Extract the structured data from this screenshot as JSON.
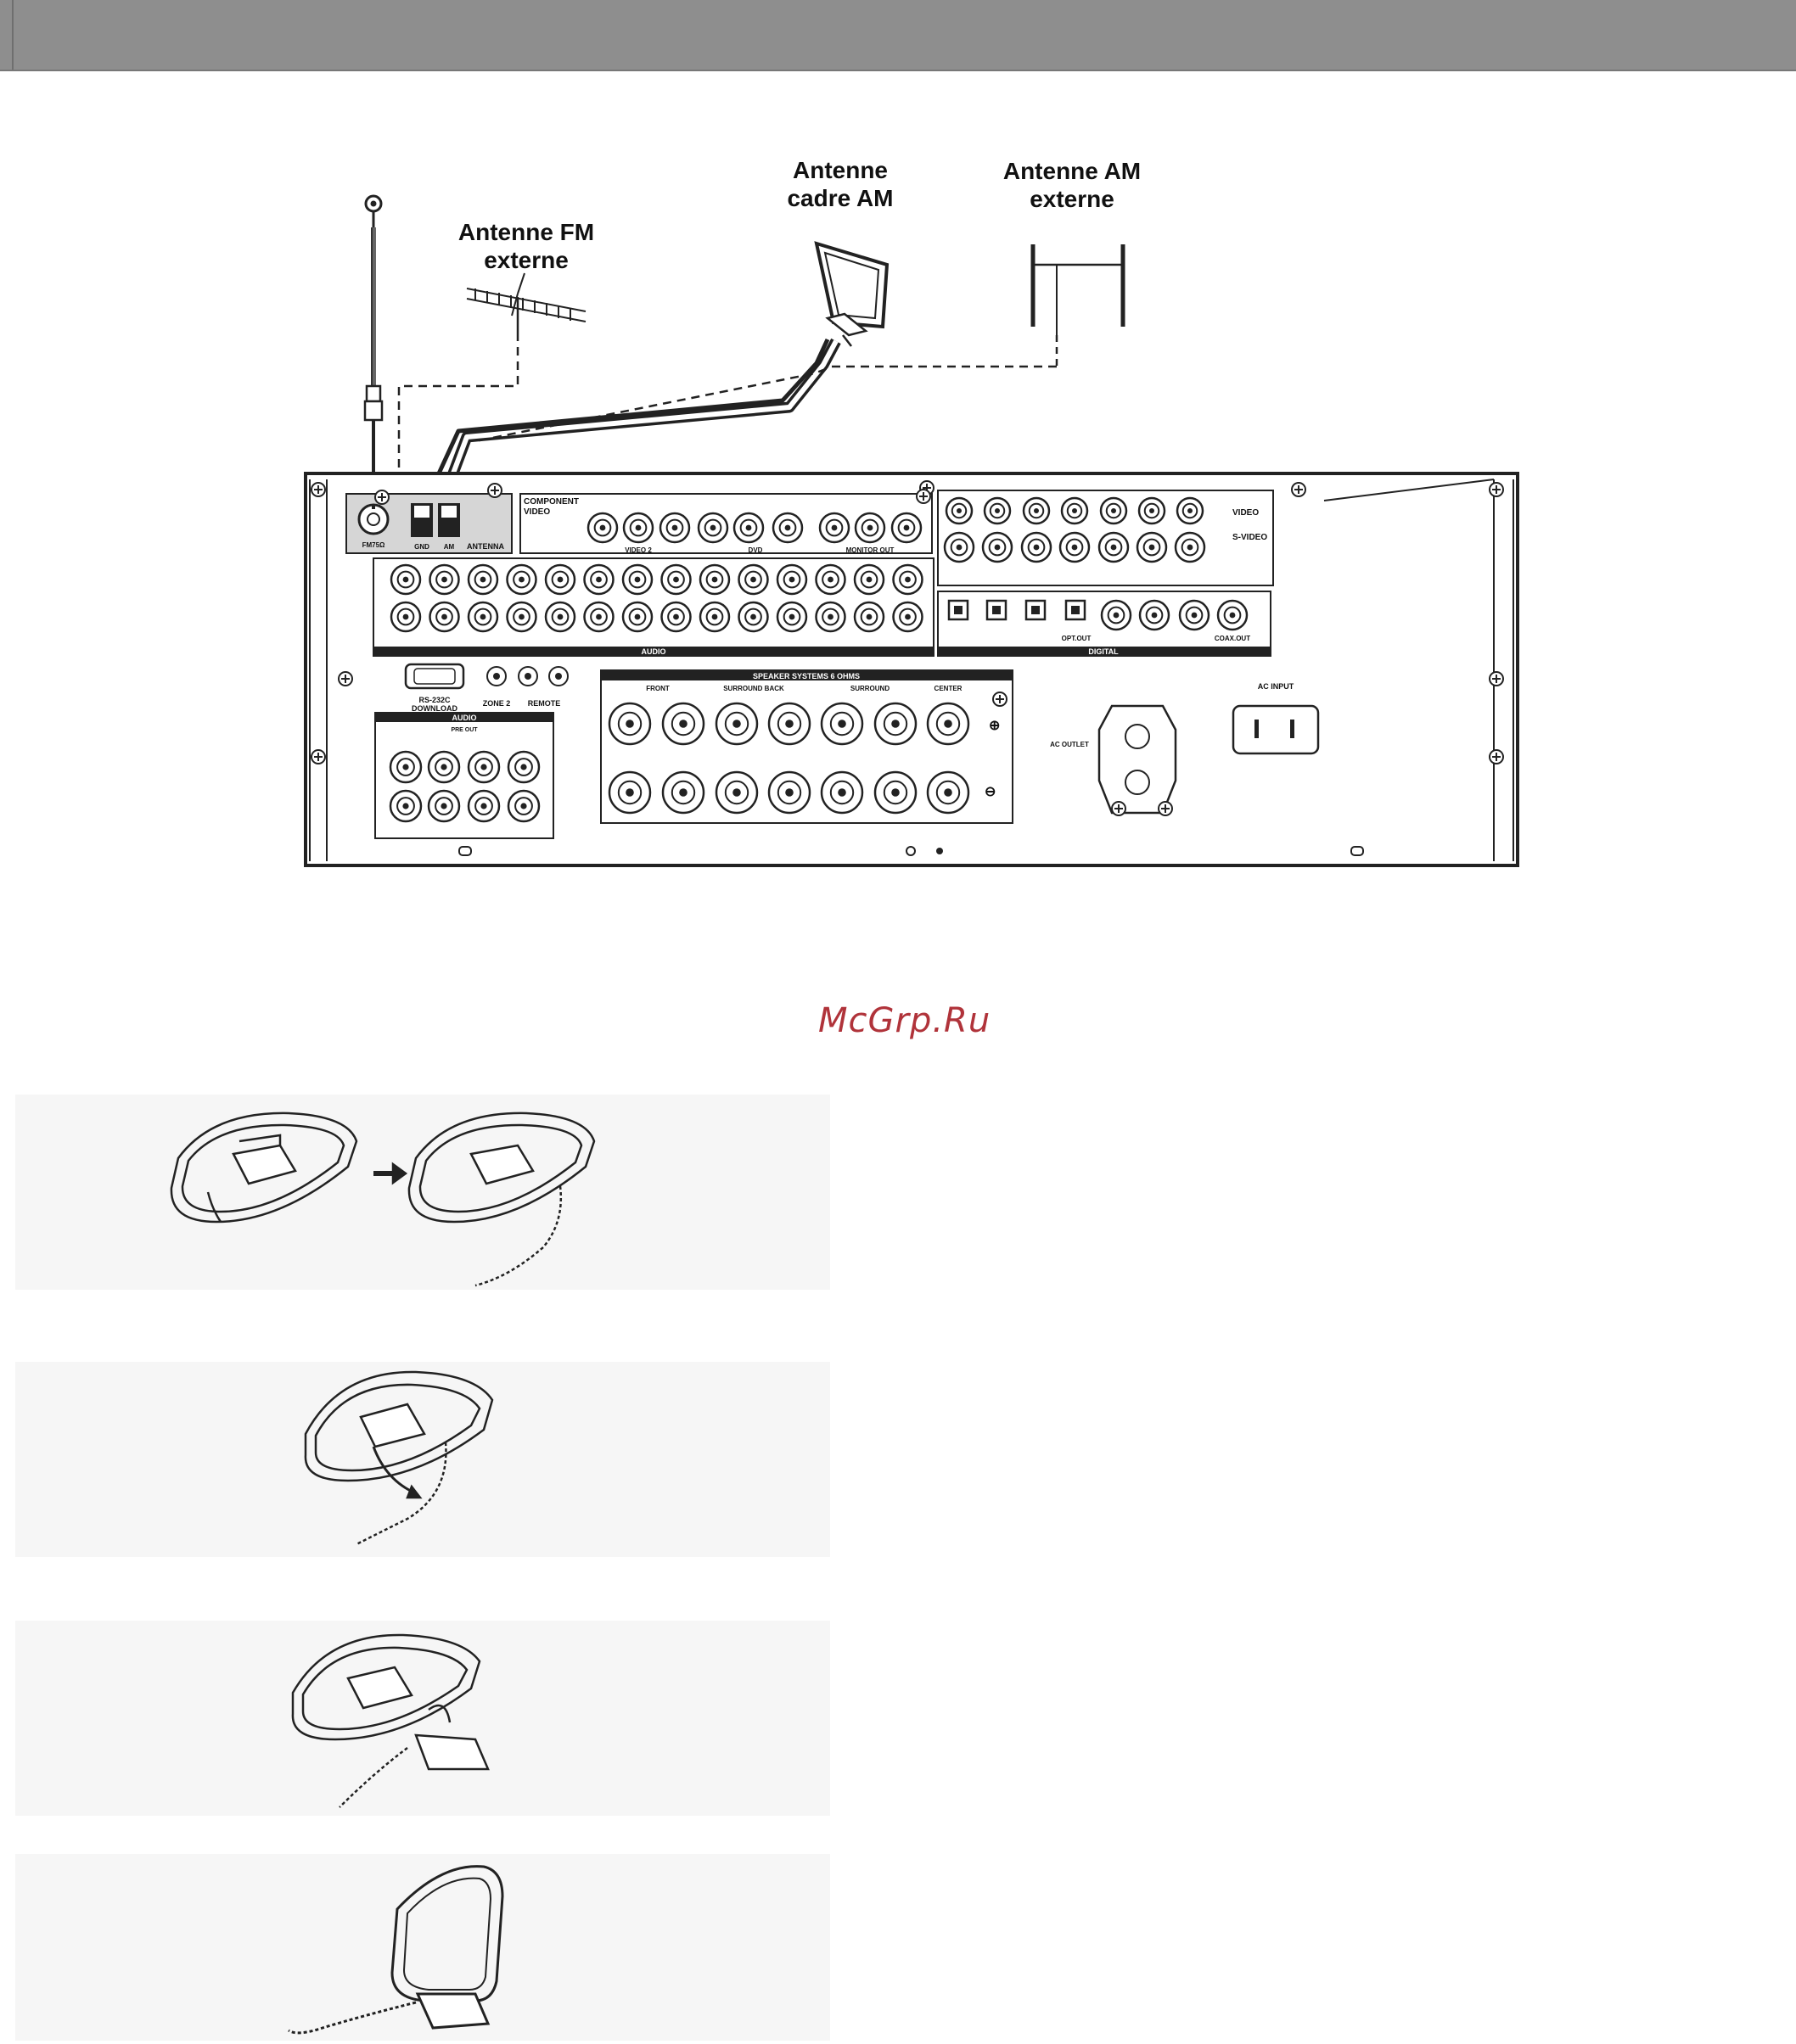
{
  "labels": {
    "fm_ext_line1": "Antenne FM",
    "fm_ext_line2": "externe",
    "am_loop_line1": "Antenne",
    "am_loop_line2": "cadre AM",
    "am_ext_line1": "Antenne AM",
    "am_ext_line2": "externe"
  },
  "panel": {
    "fm_jack": "FM75Ω",
    "gnd": "GND",
    "am": "AM",
    "antenna": "ANTENNA",
    "component_video_1": "COMPONENT",
    "component_video_2": "VIDEO",
    "video2": "VIDEO 2",
    "dvd": "DVD",
    "monitor_out": "MONITOR OUT",
    "video": "VIDEO",
    "svideo": "S-VIDEO",
    "audio": "AUDIO",
    "digital": "DIGITAL",
    "rs232c": "RS-232C",
    "download": "DOWNLOAD",
    "zone2": "ZONE 2",
    "remote": "REMOTE",
    "speaker_systems": "SPEAKER SYSTEMS 6 OHMS",
    "front": "FRONT",
    "surround_back": "SURROUND BACK",
    "surround": "SURROUND",
    "center": "CENTER",
    "ac_outlet": "AC OUTLET",
    "ac_input": "AC INPUT",
    "pre_out": "PRE OUT",
    "opt_out": "OPT.OUT",
    "coax_out": "COAX.OUT"
  },
  "watermark": "McGrp.Ru"
}
